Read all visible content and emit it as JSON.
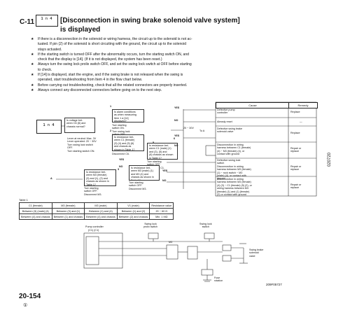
{
  "header": {
    "code": "C-11",
    "display_code": "¹ⁿ⁴",
    "title_line1": "[Disconnection in swing brake solenoid valve system]",
    "title_line2": "is displayed"
  },
  "notes": [
    "If there is a disconnection in the solenoid or wiring harness, the circuit up to the solenoid is not ac-",
    "tuated. If pin (2) of the solenoid is short circuiting with the ground, the circuit up to the solenoid",
    "stays actuated.",
    "If the starting switch is turned OFF after the abnormality occurs, turn the starting switch ON, and",
    "check that the display is [14]. (If it is not displayed, the system has been reset.)",
    "Always turn the swing lock prolix switch OFF, and set the swing lock switch at OFF before starting",
    "to check.",
    "If [14] is displayed, start the engine, and if the swing brake is not released when the swing is",
    "operated, start troubleshooting from Item 4 in the flow chart below.",
    "Before carrying out troubleshooting, check that all the related connectors are properly inserted.",
    "Always connect any disconnected connectors before going on to the next step."
  ],
  "flowchart": {
    "col_cause": "Cause",
    "col_remedy": "Remedy",
    "lcd_text": "¹ⁿ⁴",
    "box_left_start": "Is voltage bet-\nween C6 (8) and\nchassis normal?",
    "box1": "Is alarm conditions\nas when measuring\nItem 1 a [14]\ndisplayed?",
    "box1_note": "Turn starting\nswitch ON.\nTurn swing lock\nswitch OFF",
    "box2_cond": "Lever at neutral: Max. 3V\nLever operated: 20 ~ 30V\nTurn swing lock switch\nOFF.\nTurn starting switch ON.",
    "box3": "Is resistance bet-\nween C1 (female)\n(3) (4) and (5) (6)\nand chassis as\nshown in Table 1?",
    "box3_note": "Disconnect C6.",
    "box4": "Is resistance bet-\nween C1 (male) (1)\nand (3), (5) and\n(6) chassis as shown\nin Table 1?",
    "box4_note": "Turn starting\nswitch OFF.\nDisconnect C1.",
    "box5": "Is resistance bet-\nween M3 (male) (1)\nand M3 (4) and\nchassis as shown in\nTable 1?",
    "box5_note": "Turn starting\nswitch OFF.\nDisconnect M3.",
    "box6": "Is resistance bet-\nween M3 (female)\n(3) and (1), (2) and\nchassis as shown in\nTable 1?",
    "box6_note": "Turn starting\nswitch OFF.\nDisconnect M3.",
    "num1": "1",
    "num2": "2",
    "num3": "3",
    "num4": "4",
    "num5": "5",
    "num6": "6",
    "yes": "YES",
    "no": "NO",
    "cause1": "Defective pump\ncontroller",
    "cause2": "Already reset",
    "cause3": "Defective swing brake\nsolenoid valve",
    "cause4": "Disconnection in wiring\nharness between C1 (female)\n(4) ~ M3 (female) (4), or\ncontact with ground",
    "cause5": "Defective swing lock\nswitch\nDisconnection in wiring\nharness between M3 (female)\n(1) ~ rock switch ~ M3\n(male) (4), or contact with\nground",
    "cause6": "Disconnection in wiring\nharness between M3 (female)\n(4) (3) ~ C1 (female) (5) (2), or\nwiring harness between M3\n(female) (1) and (1) (female)\n(2) or contact with ground",
    "remedy1": "Replace",
    "remedy2": "—",
    "remedy3": "Replace",
    "remedy4": "Repair or\nreplace",
    "remedy5": "Repair or\nreplace",
    "remedy6": "Repair or\nreplace",
    "voltage_mark": "20 ~ 30V",
    "to_a": "To A",
    "a_mark": "A"
  },
  "side_number": "020720",
  "table_label": "Table 1",
  "table": {
    "headers": [
      "C1 (female)",
      "M3 (female)",
      "M3 (male)",
      "V1 (male)",
      "Resistance value"
    ],
    "rows": [
      [
        "Between (3) (male) (4)",
        "Between (3) and (1)",
        "Between (1) and (4)",
        "Between (1) and (2)",
        "20 ~ 60 Ω"
      ],
      [
        "Between (4) and chassis",
        "Between (1) and chassis",
        "Between (4) and chassis",
        "Between (2) and chassis",
        "Min. 1 MΩ"
      ]
    ]
  },
  "diagram": {
    "controller_label": "Pump controller",
    "controller_sub": "(C1) (C1)",
    "swing_lock_label": "Swing lock\nprolix switch",
    "swing_lock_switch_label": "Swing lock\nswitch",
    "m3_label": "M3",
    "fuse_label": "Fuse\nrotation",
    "solenoid_label": "Swing brake\nsolenoid\nvalve"
  },
  "fig_id": "209F05727",
  "page": {
    "number": "20-154",
    "sub": "①"
  }
}
